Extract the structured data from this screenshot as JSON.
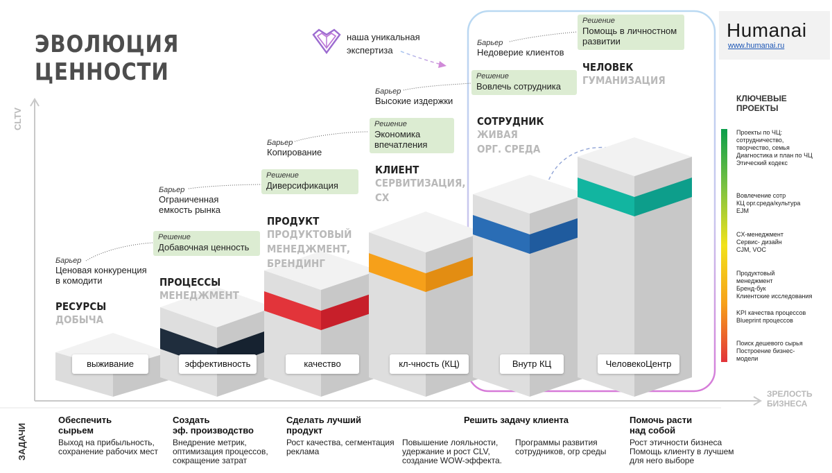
{
  "title": [
    "ЭВОЛЮЦИЯ",
    "ЦЕННОСТИ"
  ],
  "axis": {
    "y": "CLTV",
    "x": [
      "ЗРЕЛОСТЬ",
      "БИЗНЕСА"
    ],
    "tasks": "ЗАДАЧИ"
  },
  "logo": {
    "name": "Humanai",
    "url": "www.humanai.ru"
  },
  "expertise": [
    "наша уникальная",
    "экспертиза"
  ],
  "barrier_word": "Барьер",
  "solution_word": "Решение",
  "stages": [
    {
      "name": "РЕСУРСЫ",
      "sub": [
        "ДОБЫЧА"
      ],
      "pill": "выживание",
      "barrier": [
        "Ценовая конкуренция",
        "в комодити"
      ],
      "solution": null,
      "band": "#f0f0f0"
    },
    {
      "name": "ПРОЦЕССЫ",
      "sub": [
        "МЕНЕДЖМЕНТ"
      ],
      "pill": "эффективность",
      "barrier": [
        "Ограниченная",
        "емкость рынка"
      ],
      "solution": [
        "Добавочная ценность"
      ],
      "band": "#1f2d3d"
    },
    {
      "name": "ПРОДУКТ",
      "sub": [
        "ПРОДУКТОВЫЙ",
        "МЕНЕДЖМЕНТ,",
        "БРЕНДИНГ"
      ],
      "pill": "качество",
      "barrier": [
        "Копирование"
      ],
      "solution": [
        "Диверсификация"
      ],
      "band": "#e2343a"
    },
    {
      "name": "КЛИЕНТ",
      "sub": [
        "СЕРВИТИЗАЦИЯ,",
        "CX"
      ],
      "pill": "кл-чность (КЦ)",
      "barrier": [
        "Высокие издержки"
      ],
      "solution": [
        "Экономика",
        "впечатления"
      ],
      "band": "#f6a01a"
    },
    {
      "name": "СОТРУДНИК",
      "sub": [
        "ЖИВАЯ",
        "ОРГ. СРЕДА"
      ],
      "pill": "Внутр КЦ",
      "barrier": [
        "Недоверие клиентов"
      ],
      "solution": [
        "Вовлечь сотрудника"
      ],
      "band": "#2a6db5"
    },
    {
      "name": "ЧЕЛОВЕК",
      "sub": [
        "ГУМАНИЗАЦИЯ"
      ],
      "pill": "ЧеловекоЦентр",
      "barrier": null,
      "solution": [
        "Помощь в личностном",
        "развитии"
      ],
      "band": "#12b5a0"
    }
  ],
  "legend": {
    "title": [
      "КЛЮЧЕВЫЕ",
      "ПРОЕКТЫ"
    ],
    "colors": [
      "#0a9e4a",
      "#7cc242",
      "#f2e21b",
      "#f6a01a",
      "#e2343a"
    ],
    "groups": [
      [
        "Проекты по ЧЦ:",
        "сотрудничество,",
        "творчество, семья",
        "Диагностика и план по ЧЦ",
        "Этический кодекс"
      ],
      [
        "Вовлечение сотр",
        "КЦ орг.среда/культура",
        "EJM"
      ],
      [
        "CX-менеджмент",
        "Сервис- дизайн",
        "CJM, VOC"
      ],
      [
        "Продуктовый",
        "менеджмент",
        "Бренд-бук",
        "Клиентские исследования"
      ],
      [
        "KPI качества процессов",
        "Blueprint процессов"
      ],
      [
        "Поиск дешевого сырья",
        "Построение бизнес-",
        "модели"
      ]
    ]
  },
  "tasks": [
    {
      "h": [
        "Обеспечить",
        "сырьем"
      ],
      "t": [
        "Выход на прибыльность,",
        "сохранение рабочих мест"
      ]
    },
    {
      "h": [
        "Создать",
        "эф. производство"
      ],
      "t": [
        "Внедрение метрик,",
        "оптимизация процессов,",
        "сокращение затрат"
      ]
    },
    {
      "h": [
        "Сделать лучший",
        "продукт"
      ],
      "t": [
        "Рост качества, сегментация",
        "реклама"
      ]
    },
    {
      "h": [
        "Решить задачу клиента"
      ],
      "t": []
    },
    {
      "h": [],
      "t": [
        "Повышение лояльности,",
        "удержание и рост CLV,",
        "создание WOW-эффекта."
      ]
    },
    {
      "h": [],
      "t": [
        "Программы развития",
        "сотрудников, огр среды"
      ]
    },
    {
      "h": [
        "Помочь расти",
        "над собой"
      ],
      "t": [
        "Рост этичности бизнеса",
        "Помощь клиенту в лучшем",
        "для него  выборе"
      ]
    }
  ]
}
